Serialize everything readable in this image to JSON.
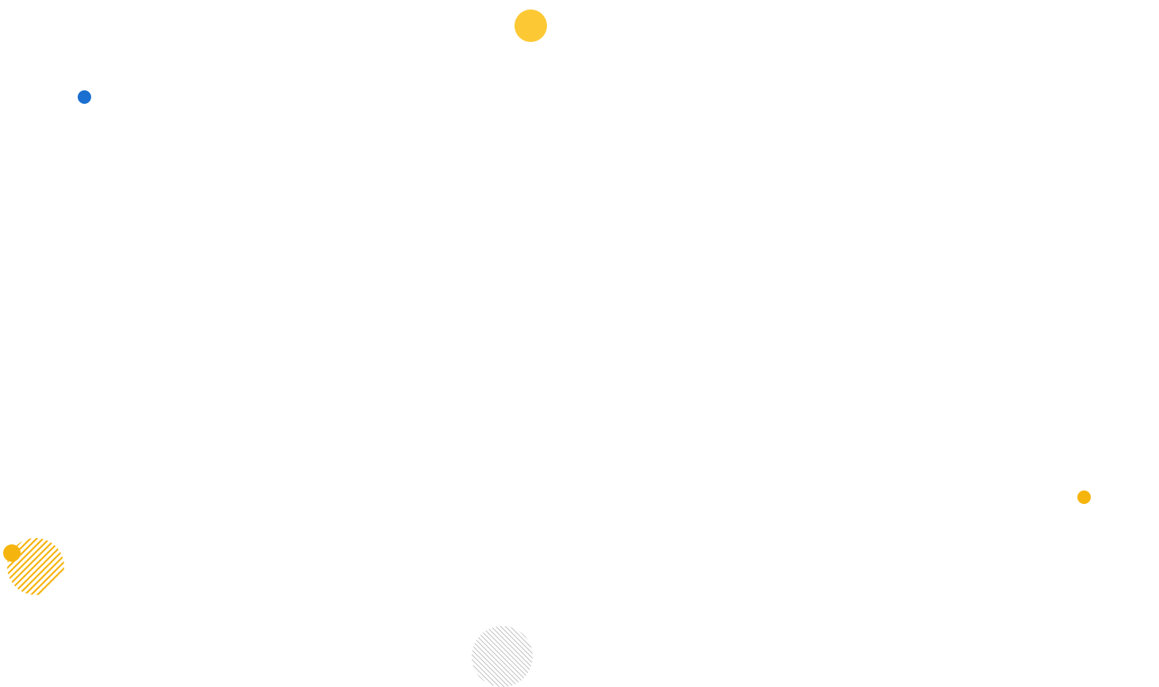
{
  "colors": {
    "background": "#ffffff",
    "yellow": "#fcc934",
    "blue": "#1a6fd0",
    "orange": "#f6b40e",
    "stripe_yellow": "#f6b40e",
    "stripe_gray": "#b8b8b8"
  },
  "shapes": [
    {
      "name": "decorative-dot-yellow-large",
      "color_key": "yellow"
    },
    {
      "name": "decorative-dot-blue-small",
      "color_key": "blue"
    },
    {
      "name": "decorative-dot-orange-small",
      "color_key": "orange"
    },
    {
      "name": "decorative-dot-orange-left",
      "color_key": "orange"
    },
    {
      "name": "decorative-striped-circle-yellow",
      "color_key": "stripe_yellow"
    },
    {
      "name": "decorative-striped-circle-gray",
      "color_key": "stripe_gray"
    }
  ]
}
